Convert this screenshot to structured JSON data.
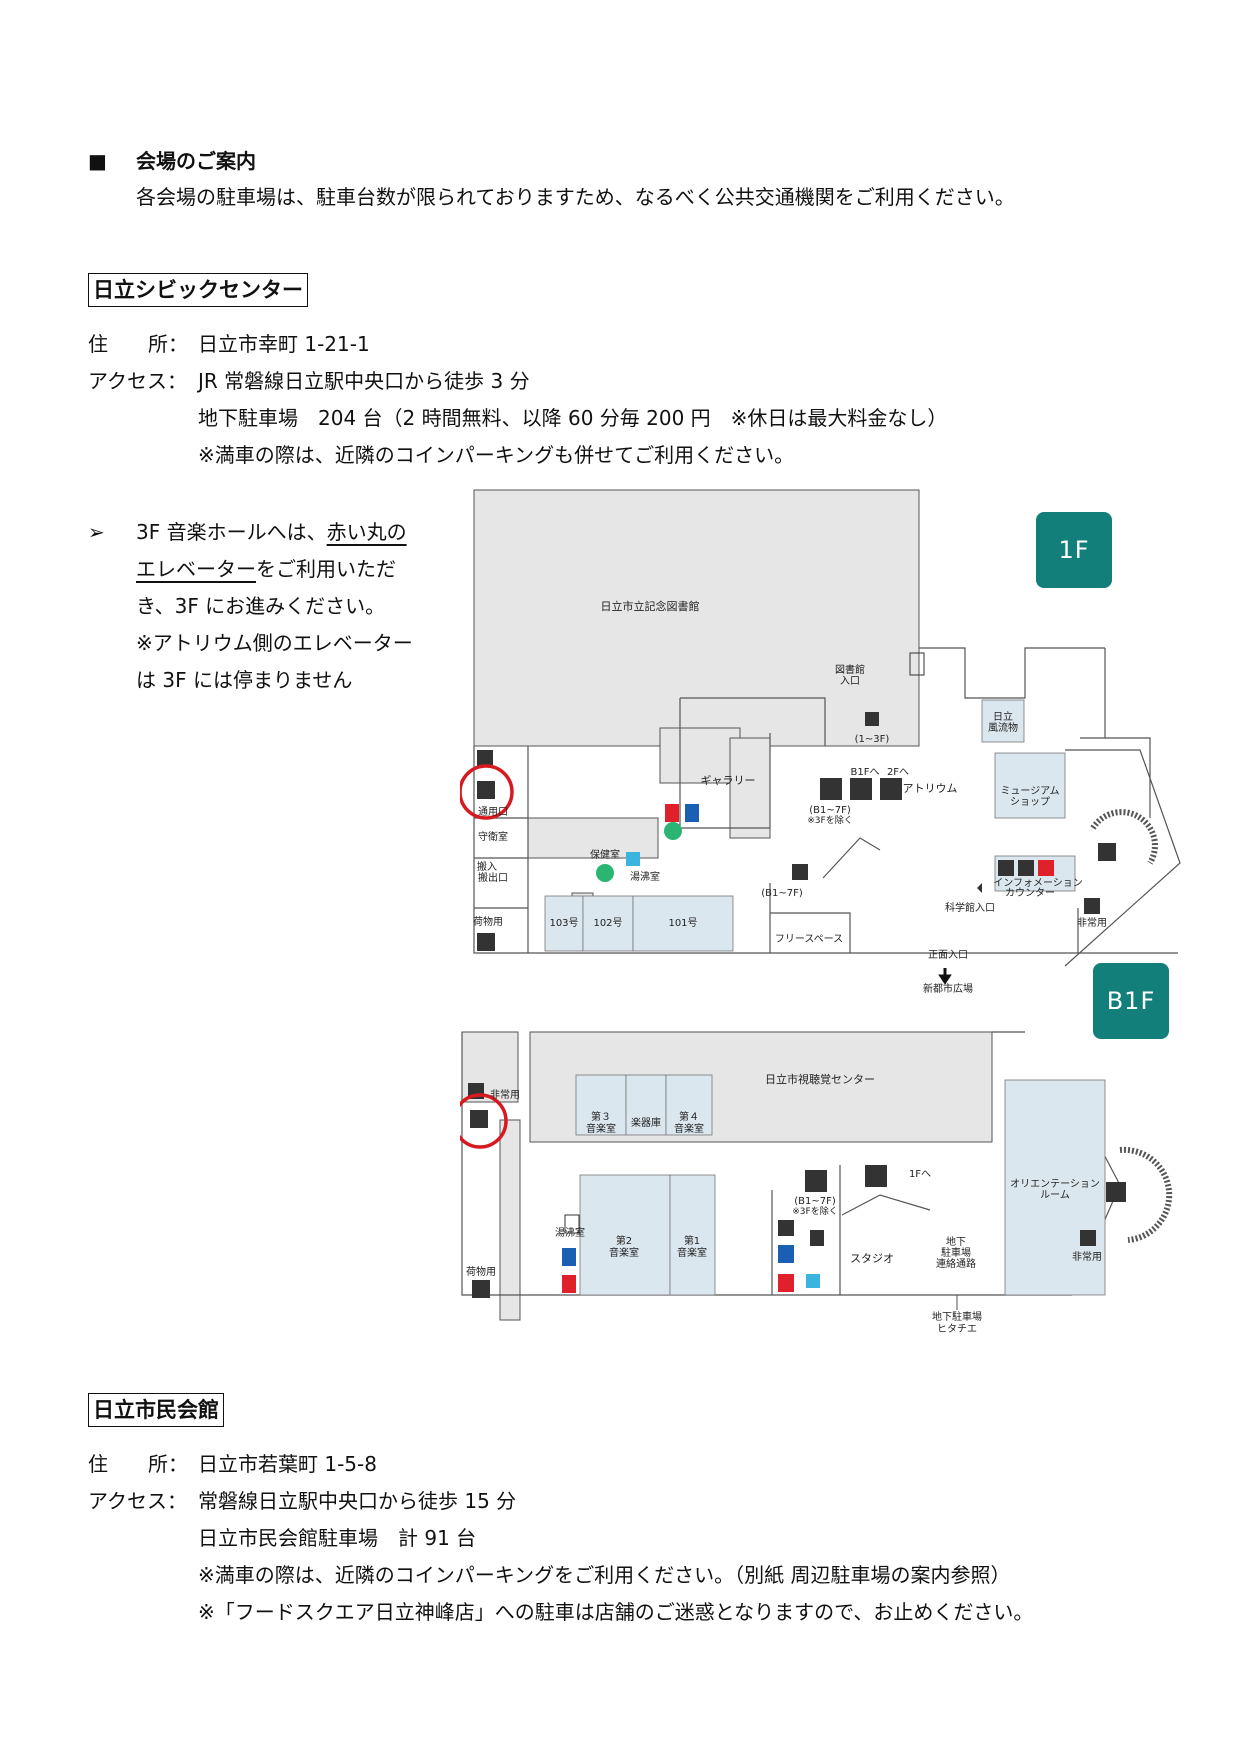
{
  "section_header": {
    "bullet": "■",
    "title": "会場のご案内",
    "note": "各会場の駐車場は、駐車台数が限られておりますため、なるべく公共交通機関をご利用ください。"
  },
  "venue1": {
    "name": "日立シビックセンター",
    "address_label": "住　　所：",
    "address": "日立市幸町 1-21-1",
    "access_label": "アクセス：",
    "access_lines": [
      "JR 常磐線日立駅中央口から徒歩 3 分",
      "地下駐車場　204 台（2 時間無料、以降 60 分毎 200 円　※休日は最大料金なし）",
      "※満車の際は、近隣のコインパーキングも併せてご利用ください。"
    ],
    "note_bullet": "➢",
    "note_lines": [
      "3F 音楽ホールへは、",
      "赤い丸の",
      "エレベーター",
      "をご利用いただ",
      "き、3F にお進みください。",
      "※アトリウム側のエレベーター",
      "は 3F には停まりません"
    ]
  },
  "map1f": {
    "floor": "1F",
    "rooms": {
      "library": "日立市立記念図書館",
      "library_entrance_1": "図書館",
      "library_entrance_2": "入口",
      "elev_range_top": "(1~3F)",
      "gallery": "ギャラリー",
      "atrium": "アトリウム",
      "furyu_1": "日立",
      "furyu_2": "風流物",
      "museum_1": "ミュージアム",
      "museum_2": "ショップ",
      "tsuyo": "通用口",
      "guard": "守衛室",
      "hannyu_1": "搬入",
      "hannyu_2": "搬出口",
      "hoken": "保健室",
      "yuwakashi": "湯沸室",
      "b1f_to": "B1Fへ",
      "f2_to": "2Fへ",
      "elev_b17": "(B1~7F)",
      "excl3f": "※3Fを除く",
      "elev_b17_2": "(B1~7F)",
      "info_1": "インフォメーション",
      "info_2": "カウンター",
      "kagaku": "科学館入口",
      "hijo": "非常用",
      "nimotsu": "荷物用",
      "r103": "103号",
      "r102": "102号",
      "r101": "101号",
      "free": "フリースペース",
      "shomen": "正面入口",
      "hiroba": "新都市広場"
    }
  },
  "mapb1f": {
    "floor": "B1F",
    "rooms": {
      "hijo_top": "非常用",
      "music3_1": "第３",
      "music3_2": "音楽室",
      "gakki": "楽器庫",
      "music4_1": "第４",
      "music4_2": "音楽室",
      "av": "日立市視聴覚センター",
      "to1f": "1Fへ",
      "orient_1": "オリエンテーション",
      "orient_2": "ルーム",
      "elev_b17": "(B1~7F)",
      "excl3f": "※3Fを除く",
      "yuwakashi": "湯沸室",
      "music2_1": "第2",
      "music2_2": "音楽室",
      "music1_1": "第1",
      "music1_2": "音楽室",
      "studio": "スタジオ",
      "conn_1": "地下",
      "conn_2": "駐車場",
      "conn_3": "連絡通路",
      "nimotsu": "荷物用",
      "hijo_right": "非常用",
      "parking_1": "地下駐車場",
      "parking_2": "ヒタチエ"
    }
  },
  "venue2": {
    "name": "日立市民会館",
    "address_label": "住　　所：",
    "address": "日立市若葉町 1-5-8",
    "access_label": "アクセス：",
    "access_lines": [
      "常磐線日立駅中央口から徒歩 15 分",
      "日立市民会館駐車場　計 91 台",
      "※満車の際は、近隣のコインパーキングをご利用ください。（別紙 周辺駐車場の案内参照）",
      "※「フードスクエア日立神峰店」への駐車は店舗のご迷惑となりますので、お止めください。"
    ]
  },
  "colors": {
    "badge": "#137f7a",
    "room_blue": "#dbe7ee",
    "gray": "#e6e6e6",
    "red_circle": "#d71920",
    "restroom_red": "#e0212b",
    "restroom_blue": "#1a5fb4"
  }
}
